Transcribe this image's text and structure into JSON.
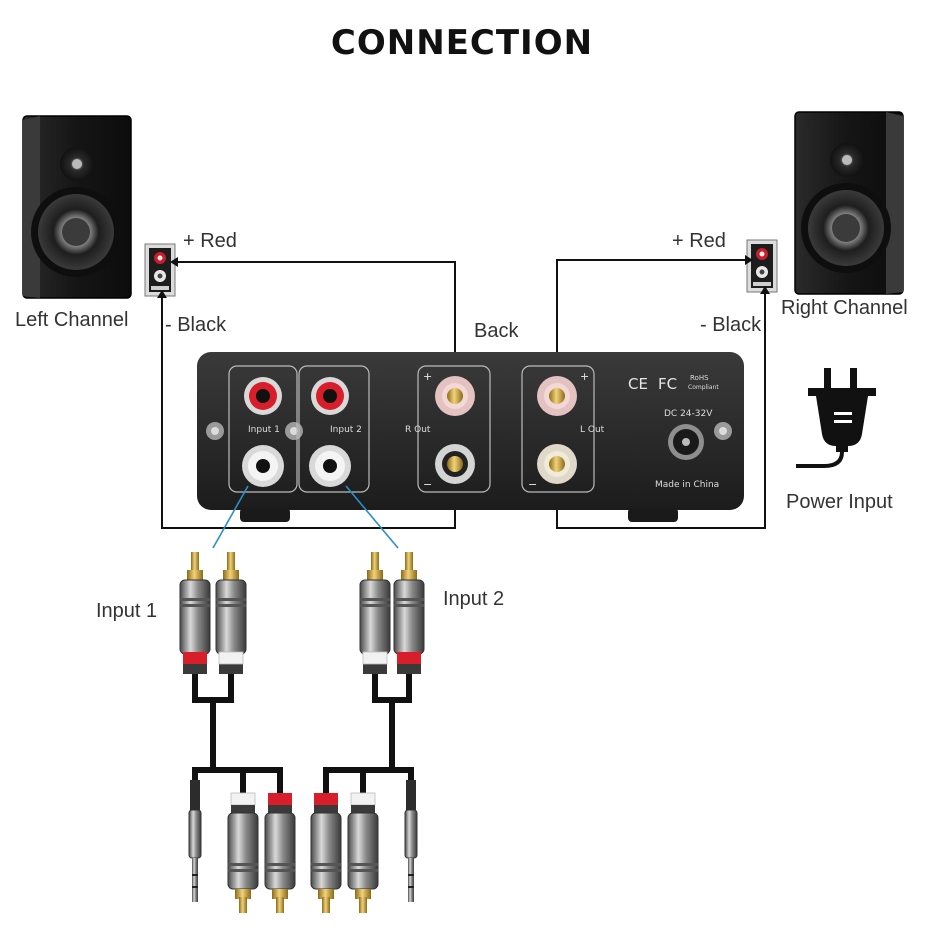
{
  "title": "CONNECTION",
  "labels": {
    "left_channel": "Left Channel",
    "right_channel": "Right Channel",
    "left_plus_red": "+ Red",
    "left_minus_black": "- Black",
    "right_plus_red": "+ Red",
    "right_minus_black": "- Black",
    "back": "Back",
    "power_input": "Power Input",
    "input_1": "Input 1",
    "input_2": "Input 2"
  },
  "panel": {
    "input1_label": "Input 1",
    "input2_label": "Input 2",
    "r_out_label": "R Out",
    "l_out_label": "L Out",
    "dc_label": "DC 24-32V",
    "made_in": "Made in China",
    "ce_mark": "CE",
    "fc_mark": "FC",
    "rohs_line1": "RoHS",
    "rohs_line2": "Compliant",
    "plus": "+",
    "minus": "−"
  },
  "colors": {
    "wire": "#111111",
    "input_link": "#2a8fc8",
    "rca_red": "#d81e2a",
    "rca_white": "#f2f2f2",
    "amp_body": "#2b2b2b",
    "gold": "#c8a43c"
  }
}
